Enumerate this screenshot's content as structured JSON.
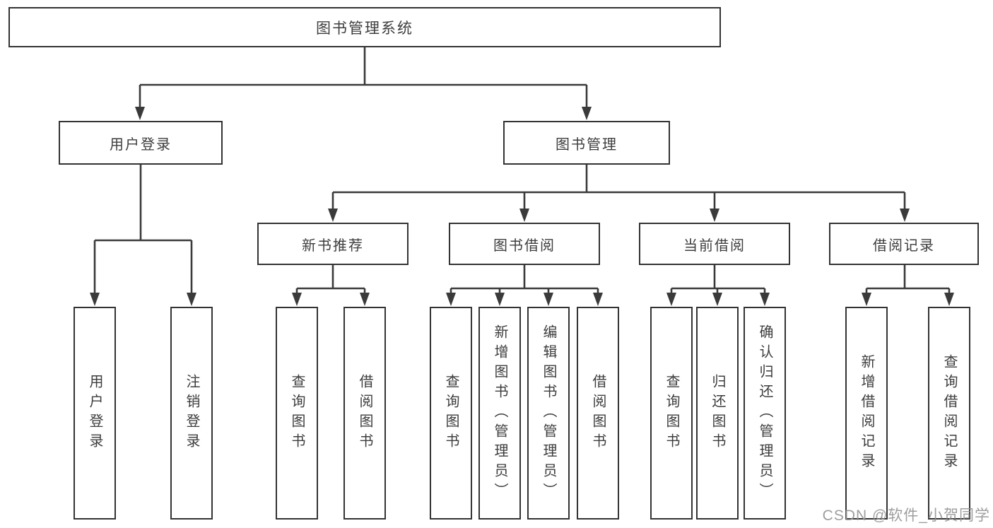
{
  "diagram": {
    "type": "hierarchy-tree",
    "colors": {
      "background": "#ffffff",
      "line": "#3a3a3a",
      "box_border": "#333333",
      "text": "#3d3d3d",
      "watermark": "#949494"
    }
  },
  "tree": {
    "label": "图书管理系统",
    "children": [
      {
        "label": "用户登录",
        "children": [
          {
            "label": "用户登录"
          },
          {
            "label": "注销登录"
          }
        ]
      },
      {
        "label": "图书管理",
        "children": [
          {
            "label": "新书推荐",
            "children": [
              {
                "label": "查询图书"
              },
              {
                "label": "借阅图书"
              }
            ]
          },
          {
            "label": "图书借阅",
            "children": [
              {
                "label": "查询图书"
              },
              {
                "label": "新增图书（管理员）"
              },
              {
                "label": "编辑图书（管理员）"
              },
              {
                "label": "借阅图书"
              }
            ]
          },
          {
            "label": "当前借阅",
            "children": [
              {
                "label": "查询图书"
              },
              {
                "label": "归还图书"
              },
              {
                "label": "确认归还（管理员）"
              }
            ]
          },
          {
            "label": "借阅记录",
            "children": [
              {
                "label": "新增借阅记录"
              },
              {
                "label": "查询借阅记录"
              }
            ]
          }
        ]
      }
    ]
  },
  "watermark": {
    "text": "CSDN @软件_小贺同学"
  }
}
